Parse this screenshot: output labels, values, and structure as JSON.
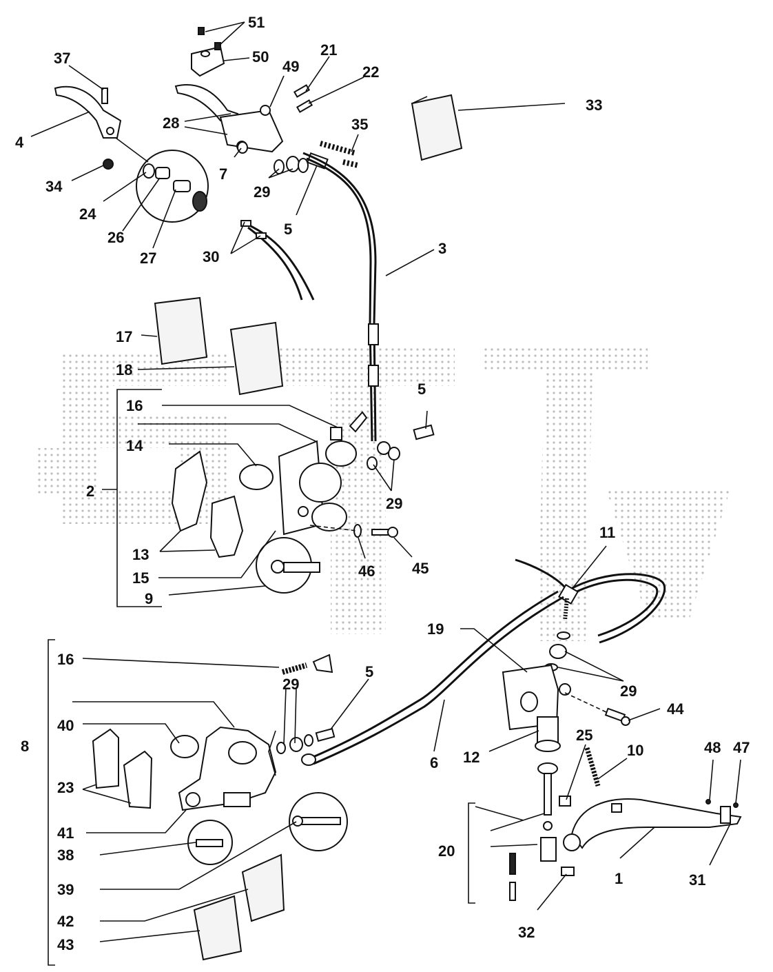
{
  "callouts": {
    "c1": "1",
    "c2": "2",
    "c3": "3",
    "c4": "4",
    "c5a": "5",
    "c5b": "5",
    "c5c": "5",
    "c6": "6",
    "c7": "7",
    "c8": "8",
    "c9": "9",
    "c10": "10",
    "c11": "11",
    "c12": "12",
    "c13": "13",
    "c14": "14",
    "c15": "15",
    "c16a": "16",
    "c16b": "16",
    "c17": "17",
    "c18": "18",
    "c19": "19",
    "c20": "20",
    "c21": "21",
    "c22": "22",
    "c23": "23",
    "c24": "24",
    "c25": "25",
    "c26": "26",
    "c27": "27",
    "c28": "28",
    "c29a": "29",
    "c29b": "29",
    "c29c": "29",
    "c29d": "29",
    "c30": "30",
    "c31": "31",
    "c32": "32",
    "c33": "33",
    "c34": "34",
    "c35": "35",
    "c37": "37",
    "c38": "38",
    "c39": "39",
    "c40": "40",
    "c41": "41",
    "c42": "42",
    "c43": "43",
    "c44": "44",
    "c45": "45",
    "c46": "46",
    "c47": "47",
    "c48": "48",
    "c49": "49",
    "c50": "50",
    "c51": "51"
  },
  "colors": {
    "ink": "#111111",
    "watermark": "#bdbdbd",
    "background": "#ffffff"
  },
  "watermark_logo": "STW"
}
